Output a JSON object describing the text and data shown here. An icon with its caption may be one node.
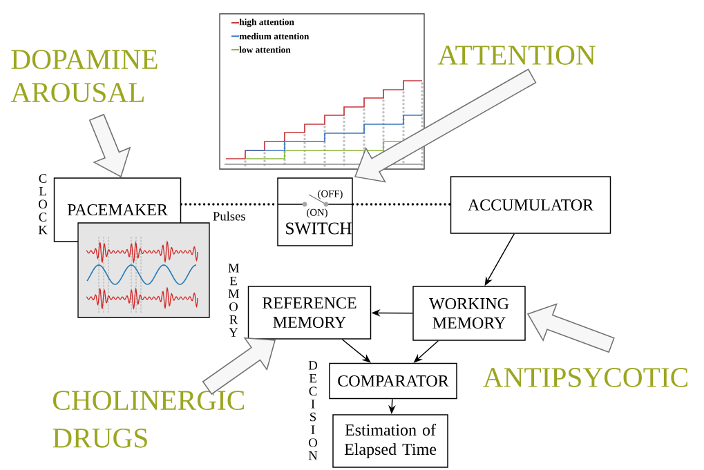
{
  "diagram": {
    "nodes": [
      {
        "text": [
          "PACEMAKER"
        ]
      },
      {
        "text": [
          "(OFF)",
          "(ON)",
          "SWITCH"
        ]
      },
      {
        "text": [
          "ACCUMULATOR"
        ]
      },
      {
        "text": [
          "REFERENCE MEMORY"
        ]
      },
      {
        "text": [
          "WORKING MEMORY"
        ]
      },
      {
        "text": [
          "COMPARATOR"
        ]
      },
      {
        "text": [
          "Estimation of Elapsed Time"
        ]
      },
      {
        "text": [
          "DOPAMINE AROUSAL"
        ]
      },
      {
        "text": [
          "ATTENTION"
        ]
      },
      {
        "text": [
          "ANTIPSYCOTIC"
        ]
      },
      {
        "text": [
          "CHOLINERGIC DRUGS"
        ]
      }
    ],
    "edges": [
      {
        "from": 0,
        "to": 1,
        "arrow": "none",
        "style": "dashed",
        "label": "Pulses"
      },
      {
        "from": 1,
        "to": 2,
        "arrow": "none",
        "style": "dashed"
      },
      {
        "from": 2,
        "to": 4,
        "arrow": "to"
      },
      {
        "from": 4,
        "to": 3,
        "arrow": "to"
      },
      {
        "from": 3,
        "to": 5,
        "arrow": "to"
      },
      {
        "from": 4,
        "to": 5,
        "arrow": "to"
      },
      {
        "from": 5,
        "to": 6,
        "arrow": "to"
      },
      {
        "from": 7,
        "to": 0,
        "arrow": "to",
        "style": "thick"
      },
      {
        "from": 8,
        "to": 1,
        "arrow": "to",
        "style": "thick"
      },
      {
        "from": 9,
        "to": 4,
        "arrow": "to",
        "style": "thick"
      },
      {
        "from": 10,
        "to": 3,
        "arrow": "to",
        "style": "thick"
      }
    ],
    "labels": [
      "CLOCK",
      "MEMORY",
      "DECISION"
    ],
    "legend": [
      {
        "text": "high attention"
      },
      {
        "text": "medium attention"
      },
      {
        "text": "low attention"
      }
    ]
  }
}
